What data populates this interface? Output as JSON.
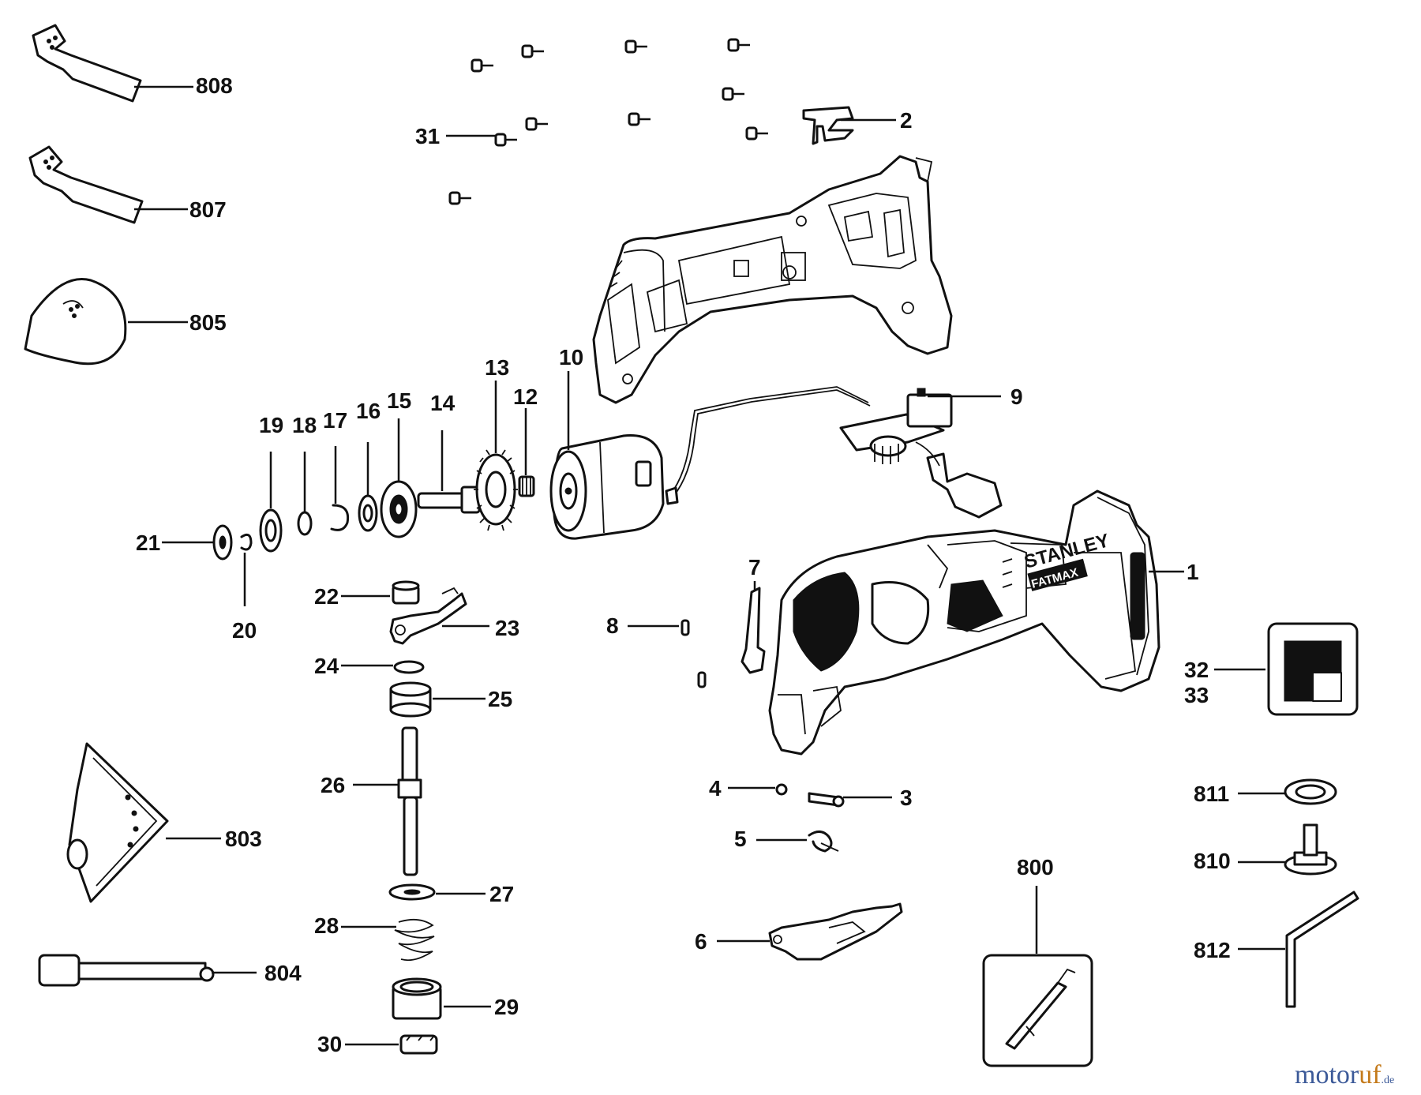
{
  "labels": {
    "p1": "1",
    "p2": "2",
    "p3": "3",
    "p4": "4",
    "p5": "5",
    "p6": "6",
    "p7": "7",
    "p8": "8",
    "p9": "9",
    "p10": "10",
    "p12": "12",
    "p13": "13",
    "p14": "14",
    "p15": "15",
    "p16": "16",
    "p17": "17",
    "p18": "18",
    "p19": "19",
    "p20": "20",
    "p21": "21",
    "p22": "22",
    "p23": "23",
    "p24": "24",
    "p25": "25",
    "p26": "26",
    "p27": "27",
    "p28": "28",
    "p29": "29",
    "p30": "30",
    "p31": "31",
    "p32": "32",
    "p33": "33",
    "p800": "800",
    "p803": "803",
    "p804": "804",
    "p805": "805",
    "p807": "807",
    "p808": "808",
    "p810": "810",
    "p811": "811",
    "p812": "812"
  },
  "tool_brand": {
    "line1": "STANLEY",
    "line2": "FATMAX"
  },
  "watermark": {
    "part1": "motor",
    "part2": "uf",
    "suffix": ".de"
  }
}
